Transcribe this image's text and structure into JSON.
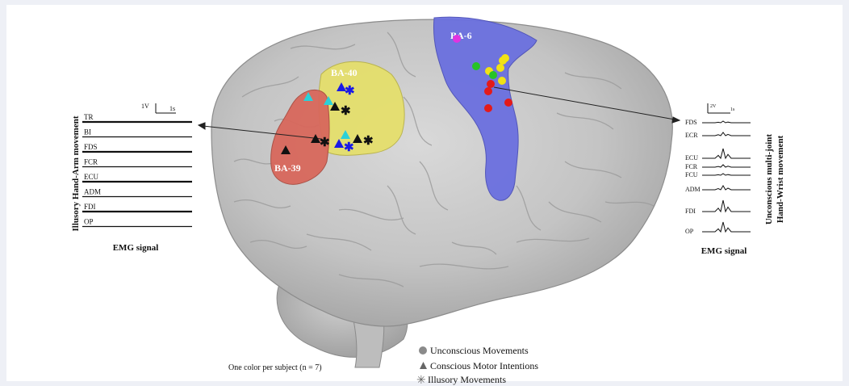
{
  "regions": {
    "ba6": {
      "label": "BA-6",
      "color": "#6a6ee0"
    },
    "ba40": {
      "label": "BA-40",
      "color": "#e7e26b"
    },
    "ba39": {
      "label": "BA-39",
      "color": "#d9685c"
    }
  },
  "left_panel": {
    "rotated_title": "Illusory Hand-Arm movement",
    "scale_v": "1V",
    "scale_t": "1s",
    "muscles": [
      "TR",
      "BI",
      "FDS",
      "FCR",
      "ECU",
      "ADM",
      "FDI",
      "OP"
    ],
    "footer": "EMG signal"
  },
  "right_panel": {
    "rotated_title_1": "Unconscious multi-joint",
    "rotated_title_2": "Hand-Wrist movement",
    "scale_v": "2V",
    "scale_t": "1s",
    "muscles": [
      "FDS",
      "ECR",
      "ECU",
      "FCR",
      "FCU",
      "ADM",
      "FDI",
      "OP"
    ],
    "footer": "EMG signal"
  },
  "legend": {
    "subject_note": "One color per subject (n = 7)",
    "items": [
      {
        "symbol": "circle",
        "label": "Unconscious Movements"
      },
      {
        "symbol": "triangle",
        "label": "Conscious Motor Intentions"
      },
      {
        "symbol": "asterisk",
        "label": "Illusory Movements"
      }
    ]
  },
  "markers": {
    "circle_colors": [
      "#e233e0",
      "#27c227",
      "#f1e215",
      "#f1e215",
      "#f1e215",
      "#f1e215",
      "#27c227",
      "#f1e215",
      "#e41a1a",
      "#e41a1a",
      "#e41a1a",
      "#e41a1a"
    ],
    "triangle_colors": [
      "#2bd0d8",
      "#2bd0d8",
      "#111111",
      "#111111",
      "#111111",
      "#2bd0d8",
      "#1a1ae6",
      "#1a1ae6",
      "#111111"
    ],
    "asterisk_colors": [
      "#1a1ae6",
      "#111111",
      "#111111",
      "#1a1ae6",
      "#111111"
    ]
  }
}
